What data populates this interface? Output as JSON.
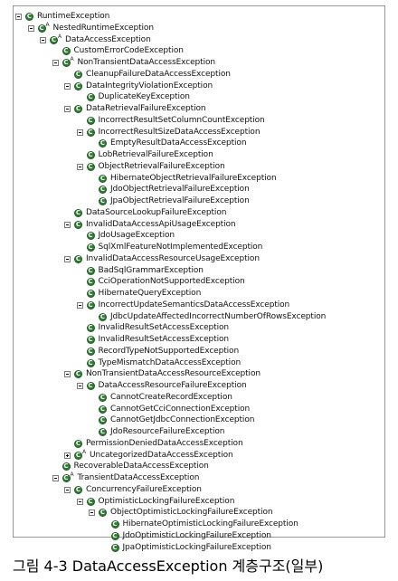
{
  "tree": {
    "nodes": [
      {
        "label": "RuntimeException",
        "level": 0,
        "expander": "minus",
        "abstract": false
      },
      {
        "label": "NestedRuntimeException",
        "level": 1,
        "expander": "minus",
        "abstract": true
      },
      {
        "label": "DataAccessException",
        "level": 2,
        "expander": "minus",
        "abstract": true
      },
      {
        "label": "CustomErrorCodeException",
        "level": 3,
        "expander": "none",
        "abstract": false
      },
      {
        "label": "NonTransientDataAccessException",
        "level": 3,
        "expander": "minus",
        "abstract": true
      },
      {
        "label": "CleanupFailureDataAccessException",
        "level": 4,
        "expander": "none",
        "abstract": false
      },
      {
        "label": "DataIntegrityViolationException",
        "level": 4,
        "expander": "minus",
        "abstract": false
      },
      {
        "label": "DuplicateKeyException",
        "level": 5,
        "expander": "none",
        "abstract": false
      },
      {
        "label": "DataRetrievalFailureException",
        "level": 4,
        "expander": "minus",
        "abstract": false
      },
      {
        "label": "IncorrectResultSetColumnCountException",
        "level": 5,
        "expander": "none",
        "abstract": false
      },
      {
        "label": "IncorrectResultSizeDataAccessException",
        "level": 5,
        "expander": "minus",
        "abstract": false
      },
      {
        "label": "EmptyResultDataAccessException",
        "level": 6,
        "expander": "none",
        "abstract": false
      },
      {
        "label": "LobRetrievalFailureException",
        "level": 5,
        "expander": "none",
        "abstract": false
      },
      {
        "label": "ObjectRetrievalFailureException",
        "level": 5,
        "expander": "minus",
        "abstract": false
      },
      {
        "label": "HibernateObjectRetrievalFailureException",
        "level": 6,
        "expander": "none",
        "abstract": false
      },
      {
        "label": "JdoObjectRetrievalFailureException",
        "level": 6,
        "expander": "none",
        "abstract": false
      },
      {
        "label": "JpaObjectRetrievalFailureException",
        "level": 6,
        "expander": "none",
        "abstract": false
      },
      {
        "label": "DataSourceLookupFailureException",
        "level": 4,
        "expander": "none",
        "abstract": false
      },
      {
        "label": "InvalidDataAccessApiUsageException",
        "level": 4,
        "expander": "minus",
        "abstract": false
      },
      {
        "label": "JdoUsageException",
        "level": 5,
        "expander": "none",
        "abstract": false
      },
      {
        "label": "SqlXmlFeatureNotImplementedException",
        "level": 5,
        "expander": "none",
        "abstract": false
      },
      {
        "label": "InvalidDataAccessResourceUsageException",
        "level": 4,
        "expander": "minus",
        "abstract": false
      },
      {
        "label": "BadSqlGrammarException",
        "level": 5,
        "expander": "none",
        "abstract": false
      },
      {
        "label": "CciOperationNotSupportedException",
        "level": 5,
        "expander": "none",
        "abstract": false
      },
      {
        "label": "HibernateQueryException",
        "level": 5,
        "expander": "none",
        "abstract": false
      },
      {
        "label": "IncorrectUpdateSemanticsDataAccessException",
        "level": 5,
        "expander": "minus",
        "abstract": false
      },
      {
        "label": "JdbcUpdateAffectedIncorrectNumberOfRowsException",
        "level": 6,
        "expander": "none",
        "abstract": false
      },
      {
        "label": "InvalidResultSetAccessException",
        "level": 5,
        "expander": "none",
        "abstract": false
      },
      {
        "label": "InvalidResultSetAccessException",
        "level": 5,
        "expander": "none",
        "abstract": false
      },
      {
        "label": "RecordTypeNotSupportedException",
        "level": 5,
        "expander": "none",
        "abstract": false
      },
      {
        "label": "TypeMismatchDataAccessException",
        "level": 5,
        "expander": "none",
        "abstract": false
      },
      {
        "label": "NonTransientDataAccessResourceException",
        "level": 4,
        "expander": "minus",
        "abstract": false
      },
      {
        "label": "DataAccessResourceFailureException",
        "level": 5,
        "expander": "minus",
        "abstract": false
      },
      {
        "label": "CannotCreateRecordException",
        "level": 6,
        "expander": "none",
        "abstract": false
      },
      {
        "label": "CannotGetCciConnectionException",
        "level": 6,
        "expander": "none",
        "abstract": false
      },
      {
        "label": "CannotGetJdbcConnectionException",
        "level": 6,
        "expander": "none",
        "abstract": false
      },
      {
        "label": "JdoResourceFailureException",
        "level": 6,
        "expander": "none",
        "abstract": false
      },
      {
        "label": "PermissionDeniedDataAccessException",
        "level": 4,
        "expander": "none",
        "abstract": false
      },
      {
        "label": "UncategorizedDataAccessException",
        "level": 4,
        "expander": "plus",
        "abstract": true
      },
      {
        "label": "RecoverableDataAccessException",
        "level": 3,
        "expander": "none",
        "abstract": false
      },
      {
        "label": "TransientDataAccessException",
        "level": 3,
        "expander": "minus",
        "abstract": true
      },
      {
        "label": "ConcurrencyFailureException",
        "level": 4,
        "expander": "minus",
        "abstract": false
      },
      {
        "label": "OptimisticLockingFailureException",
        "level": 5,
        "expander": "minus",
        "abstract": false
      },
      {
        "label": "ObjectOptimisticLockingFailureException",
        "level": 6,
        "expander": "minus",
        "abstract": false
      },
      {
        "label": "HibernateOptimisticLockingFailureException",
        "level": 7,
        "expander": "none",
        "abstract": false
      },
      {
        "label": "JdoOptimisticLockingFailureException",
        "level": 7,
        "expander": "none",
        "abstract": false
      },
      {
        "label": "JpaOptimisticLockingFailureException",
        "level": 7,
        "expander": "none",
        "abstract": false
      }
    ],
    "abstract_marker": "A",
    "class_icon": "class-c-icon",
    "icon_color": "#2f7d32"
  },
  "caption": "그림 4-3 DataAccessException 계층구조(일부)"
}
